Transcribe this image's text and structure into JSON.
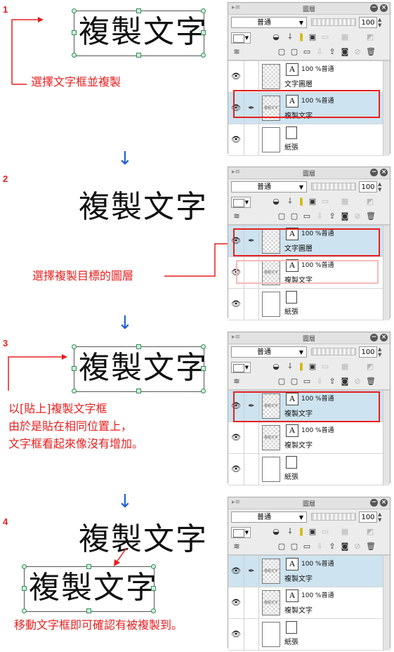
{
  "text_sample": "複製文字",
  "steps": [
    {
      "num": "1",
      "annotation": "選擇文字框並複製"
    },
    {
      "num": "2",
      "annotation": "選擇複製目標的圖層"
    },
    {
      "num": "3",
      "annotation_lines": [
        "以[貼上]複製文字框",
        "由於是貼在相同位置上，",
        "文字框看起來像沒有增加。"
      ]
    },
    {
      "num": "4",
      "annotation": "移動文字框即可確認有被複製到。"
    }
  ],
  "down_arrow": "↓",
  "panel": {
    "title": "圖層",
    "blend_mode": "普通",
    "opacity": "100",
    "dropdown_icon": "▼",
    "minimize_icon": "−",
    "close_icon": "×",
    "eye_icon": "👁",
    "pen_icon": "✒",
    "text_layer_icon": "A",
    "layer_opacity_label": "100 %普通"
  },
  "layer_names": {
    "text_layer": "文字圖層",
    "copy_layer": "複製文字",
    "paper": "紙張"
  },
  "colors": {
    "annotation_red": "#e81e1e",
    "arrow_blue": "#1f5fd6",
    "selected_row": "#cde3ef",
    "handle_fill": "#c6f3d8"
  }
}
